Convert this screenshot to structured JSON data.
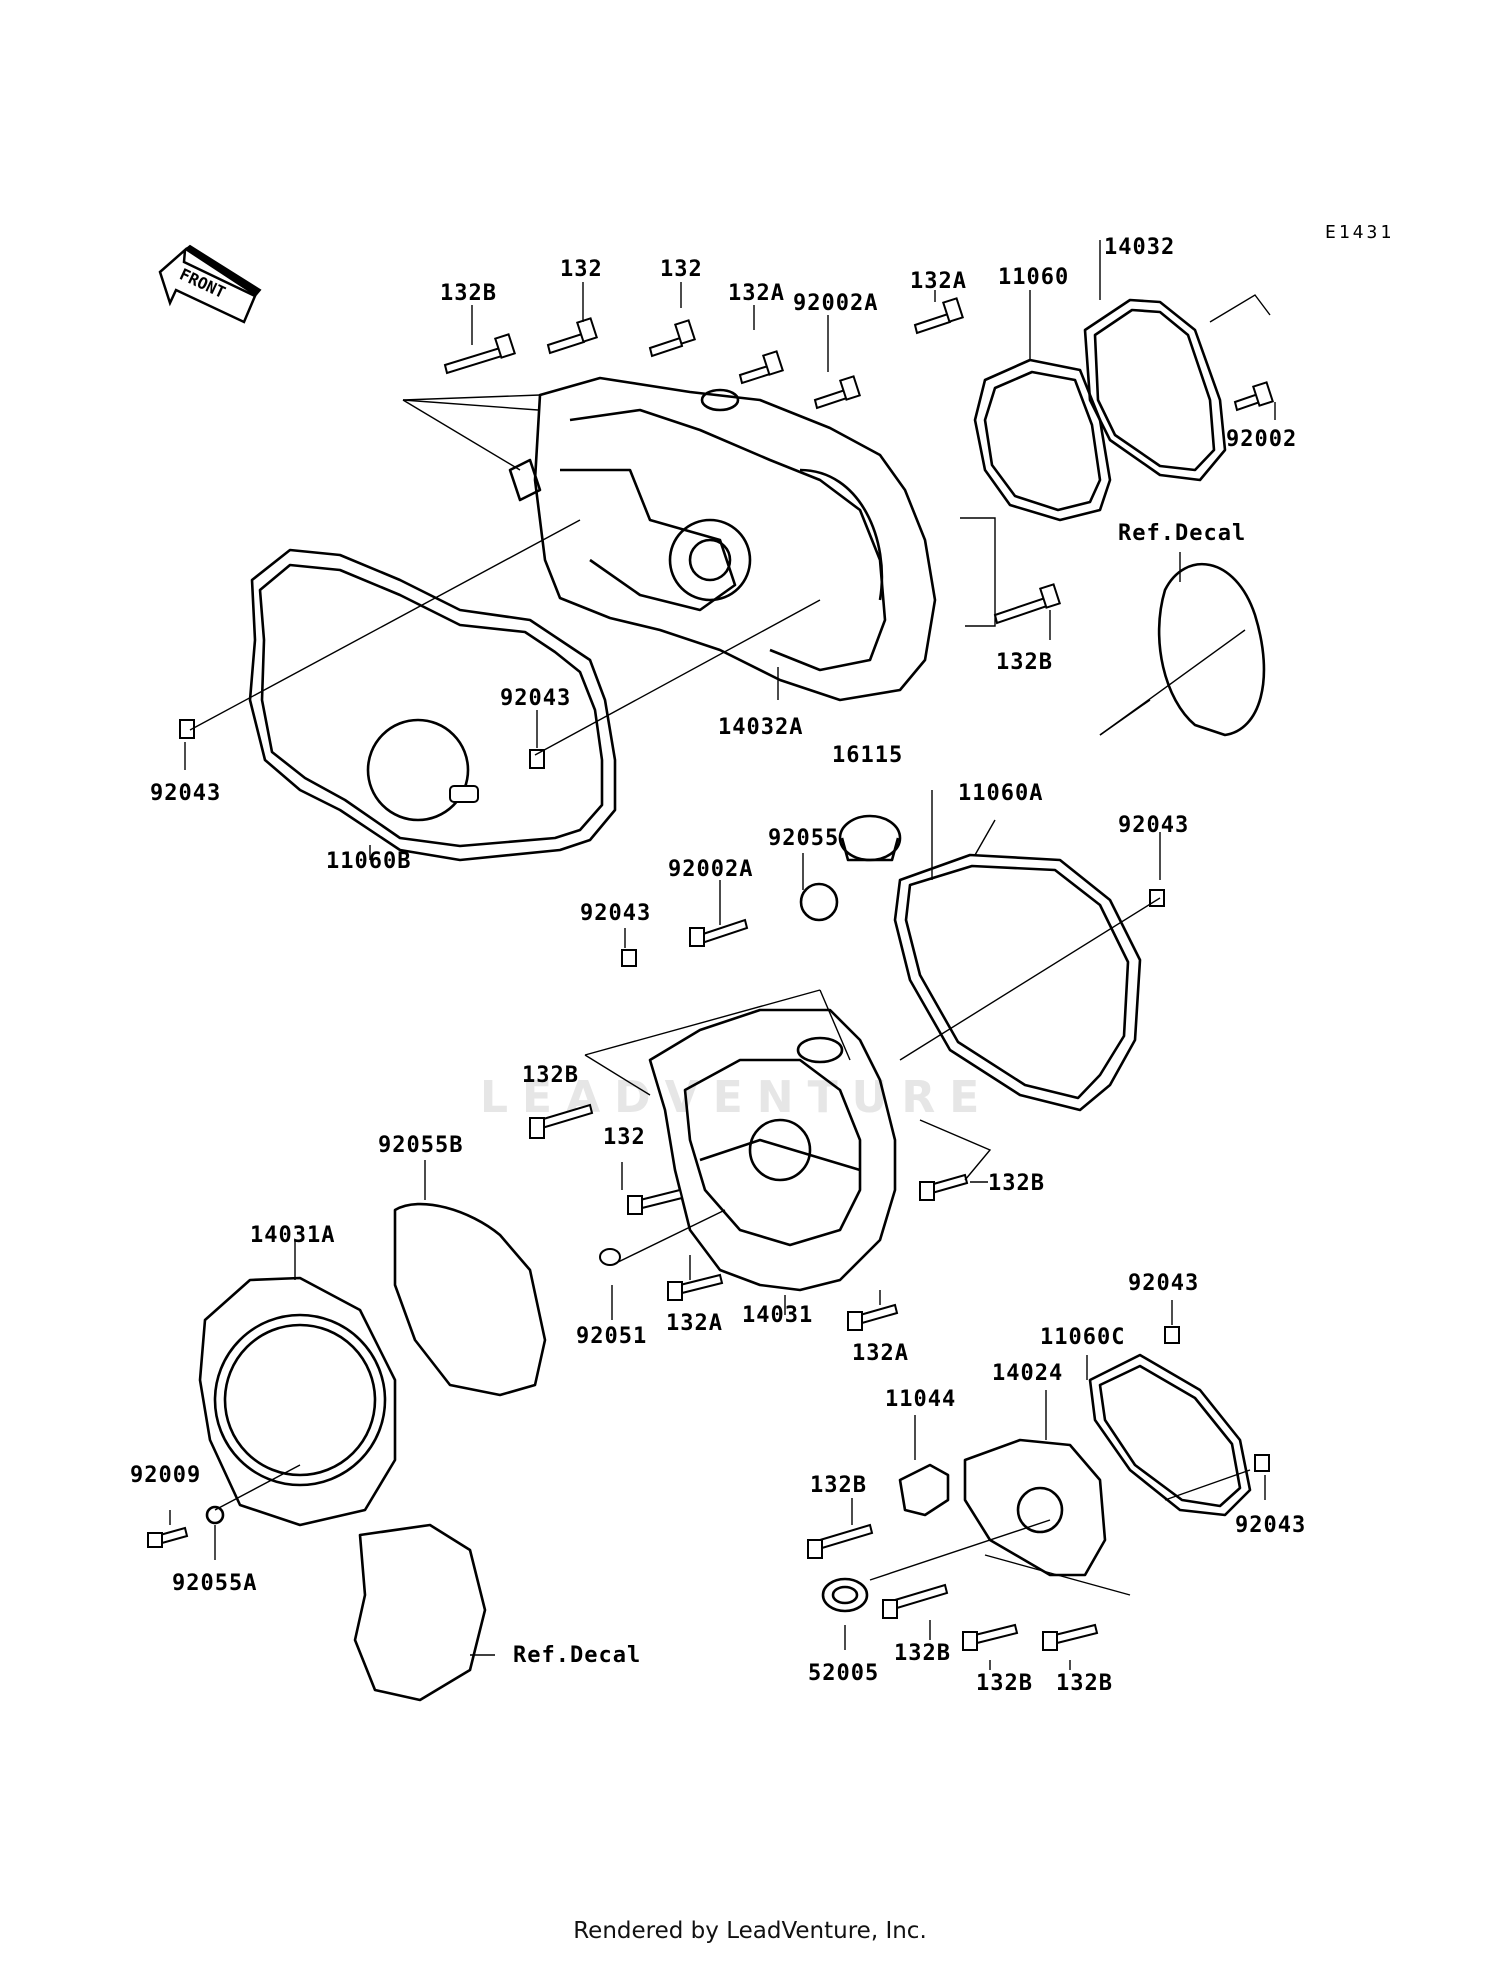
{
  "diagram": {
    "code": "E1431",
    "front_arrow": "FRONT",
    "watermark": "LEADVENTURE",
    "footer": "Rendered by LeadVenture, Inc.",
    "labels": [
      {
        "id": "132B_a",
        "text": "132B"
      },
      {
        "id": "132_a",
        "text": "132"
      },
      {
        "id": "132_b",
        "text": "132"
      },
      {
        "id": "132A_a",
        "text": "132A"
      },
      {
        "id": "92002A_a",
        "text": "92002A"
      },
      {
        "id": "132A_b",
        "text": "132A"
      },
      {
        "id": "11060",
        "text": "11060"
      },
      {
        "id": "14032",
        "text": "14032"
      },
      {
        "id": "92002",
        "text": "92002"
      },
      {
        "id": "refdecal_a",
        "text": "Ref.Decal"
      },
      {
        "id": "132B_b",
        "text": "132B"
      },
      {
        "id": "14032A",
        "text": "14032A"
      },
      {
        "id": "92043_a",
        "text": "92043"
      },
      {
        "id": "92043_b",
        "text": "92043"
      },
      {
        "id": "11060B",
        "text": "11060B"
      },
      {
        "id": "16115",
        "text": "16115"
      },
      {
        "id": "11060A",
        "text": "11060A"
      },
      {
        "id": "92055",
        "text": "92055"
      },
      {
        "id": "92002A_b",
        "text": "92002A"
      },
      {
        "id": "92043_c",
        "text": "92043"
      },
      {
        "id": "92043_d",
        "text": "92043"
      },
      {
        "id": "132B_c",
        "text": "132B"
      },
      {
        "id": "92055B",
        "text": "92055B"
      },
      {
        "id": "132_c",
        "text": "132"
      },
      {
        "id": "132B_d",
        "text": "132B"
      },
      {
        "id": "14031A",
        "text": "14031A"
      },
      {
        "id": "92051",
        "text": "92051"
      },
      {
        "id": "132A_c",
        "text": "132A"
      },
      {
        "id": "14031",
        "text": "14031"
      },
      {
        "id": "132A_d",
        "text": "132A"
      },
      {
        "id": "92043_e",
        "text": "92043"
      },
      {
        "id": "11060C",
        "text": "11060C"
      },
      {
        "id": "14024",
        "text": "14024"
      },
      {
        "id": "11044",
        "text": "11044"
      },
      {
        "id": "92009",
        "text": "92009"
      },
      {
        "id": "92055A",
        "text": "92055A"
      },
      {
        "id": "132B_e",
        "text": "132B"
      },
      {
        "id": "92043_f",
        "text": "92043"
      },
      {
        "id": "refdecal_b",
        "text": "Ref.Decal"
      },
      {
        "id": "52005",
        "text": "52005"
      },
      {
        "id": "132B_f",
        "text": "132B"
      },
      {
        "id": "132B_g",
        "text": "132B"
      },
      {
        "id": "132B_h",
        "text": "132B"
      }
    ]
  }
}
